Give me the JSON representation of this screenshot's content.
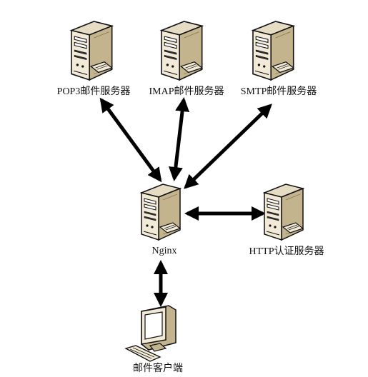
{
  "diagram": {
    "nodes": {
      "pop3": {
        "label": "POP3邮件服务器",
        "icon": "server-tower-icon"
      },
      "imap": {
        "label": "IMAP邮件服务器",
        "icon": "server-tower-icon"
      },
      "smtp": {
        "label": "SMTP邮件服务器",
        "icon": "server-tower-icon"
      },
      "nginx": {
        "label": "Nginx",
        "icon": "server-tower-icon"
      },
      "http_auth": {
        "label": "HTTP认证服务器",
        "icon": "server-tower-icon"
      },
      "client": {
        "label": "邮件客户端",
        "icon": "desktop-computer-icon"
      }
    },
    "edges": [
      {
        "from": "nginx",
        "to": "pop3",
        "direction": "both"
      },
      {
        "from": "nginx",
        "to": "imap",
        "direction": "both"
      },
      {
        "from": "nginx",
        "to": "smtp",
        "direction": "both"
      },
      {
        "from": "nginx",
        "to": "http_auth",
        "direction": "both"
      },
      {
        "from": "nginx",
        "to": "client",
        "direction": "both"
      }
    ],
    "colors": {
      "server_front": "#f2ead7",
      "server_side": "#c4b48e",
      "server_top": "#e6dcc3",
      "outline": "#111111",
      "arrow": "#000000",
      "screen": "#ffffff"
    }
  }
}
